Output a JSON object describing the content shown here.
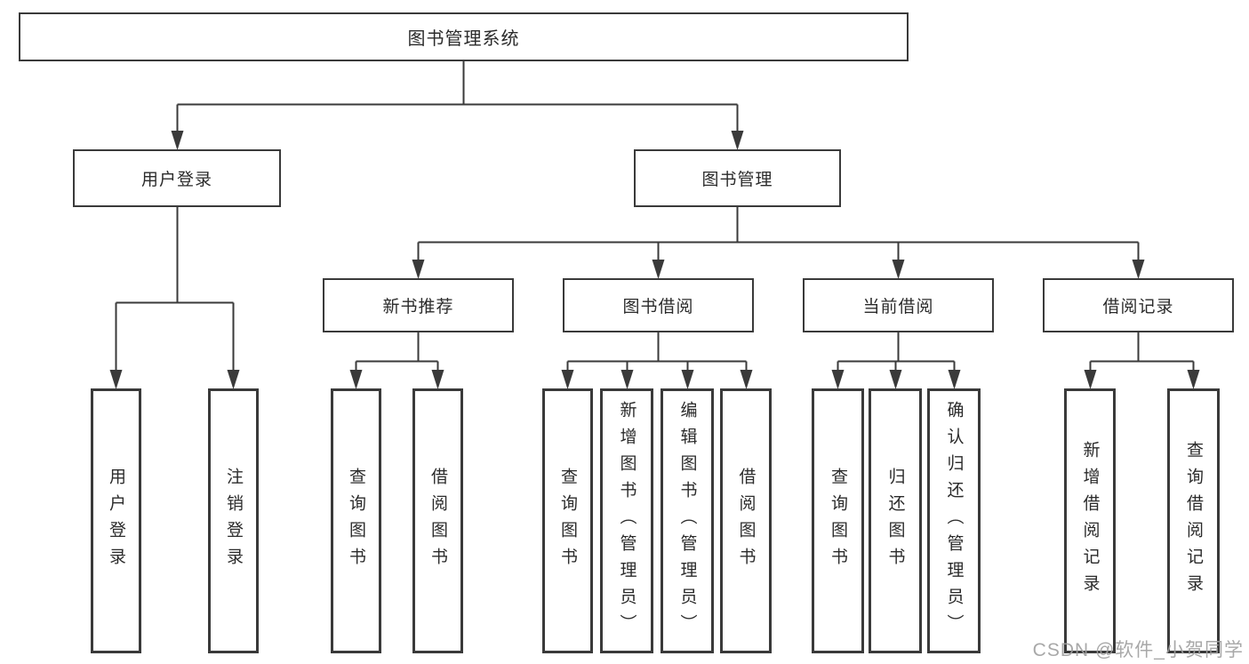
{
  "page": {
    "background": "#ffffff",
    "line_color": "#3a3a3a",
    "text_color": "#2b2b2b",
    "watermark_color": "#9e9e9e"
  },
  "tree": {
    "root": "图书管理系统",
    "branches": [
      {
        "label": "用户登录",
        "children": [
          "用户登录",
          "注销登录"
        ]
      },
      {
        "label": "图书管理",
        "groups": [
          {
            "label": "新书推荐",
            "children": [
              "查询图书",
              "借阅图书"
            ]
          },
          {
            "label": "图书借阅",
            "children": [
              "查询图书",
              "新增图书（管理员）",
              "编辑图书（管理员）",
              "借阅图书"
            ]
          },
          {
            "label": "当前借阅",
            "children": [
              "查询图书",
              "归还图书",
              "确认归还（管理员）"
            ]
          },
          {
            "label": "借阅记录",
            "children": [
              "新增借阅记录",
              "查询借阅记录"
            ]
          }
        ]
      }
    ]
  },
  "watermark": "CSDN @软件_小贺同学"
}
